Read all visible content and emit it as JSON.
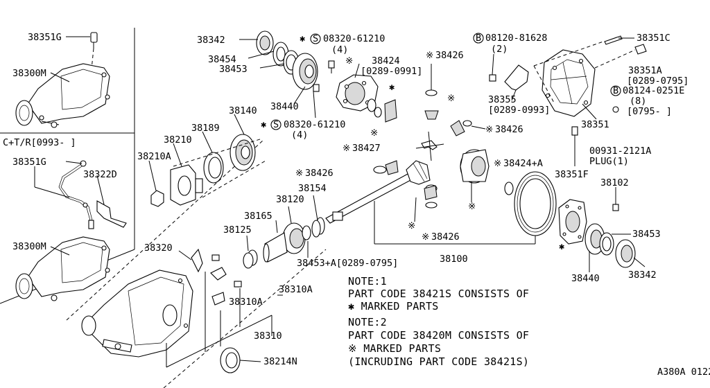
{
  "diagram": {
    "code": "A380A 0122",
    "inset_variant": "C+T/R[0993-     ]",
    "labels": {
      "l38351G_top": "38351G",
      "l38300M_top": "38300M",
      "l38351G_bot": "38351G",
      "l38322D": "38322D",
      "l38300M_bot": "38300M",
      "l38342_top": "38342",
      "l38454": "38454",
      "l38453_top": "38453",
      "l38440_top": "38440",
      "l08320_top": "08320-61210",
      "l08320_top_qty": "(4)",
      "l38424": "38424",
      "l38424_range": "[0289-0991]",
      "l08320_bot": "08320-61210",
      "l08320_bot_qty": "(4)",
      "l38426_a": "38426",
      "l08120": "08120-81628",
      "l08120_qty": "(2)",
      "l38355": "38355",
      "l38355_range": "[0289-0993]",
      "l38351C": "38351C",
      "l38351A": "38351A",
      "l38351A_range": "[0289-0795]",
      "l08124": "08124-0251E",
      "l08124_qty": "(8)",
      "l08124_range": "[0795-     ]",
      "l38351": "38351",
      "l38426_b": "38426",
      "l38140": "38140",
      "l38189": "38189",
      "l38210": "38210",
      "l38210A": "38210A",
      "l38427": "38427",
      "l38424A": "38424+A",
      "l00931": "00931-2121A",
      "l00931_plug": "PLUG(1)",
      "l38351F": "38351F",
      "l38426_c": "38426",
      "l38154": "38154",
      "l38120": "38120",
      "l38165": "38165",
      "l38125": "38125",
      "l38102": "38102",
      "l38426_d": "38426",
      "l38453A": "38453+A[0289-0795]",
      "l38100": "38100",
      "l38453_right": "38453",
      "l38440_right": "38440",
      "l38342_right": "38342",
      "l38320": "38320",
      "l38310A": "38310A",
      "l38310A_b": "38310A",
      "l38310": "38310",
      "l38214N": "38214N"
    },
    "notes": {
      "n1_title": "NOTE:1",
      "n1_line1": "PART CODE 38421S CONSISTS OF",
      "n1_line2": "✱ MARKED PARTS",
      "n2_title": "NOTE:2",
      "n2_line1": "PART CODE 38420M CONSISTS OF",
      "n2_line2": "※ MARKED PARTS",
      "n2_line3": "(INCRUDING PART  CODE 38421S)"
    },
    "marks": {
      "star": "✱",
      "kome": "※",
      "s_circle": "S",
      "b_circle": "B"
    }
  }
}
